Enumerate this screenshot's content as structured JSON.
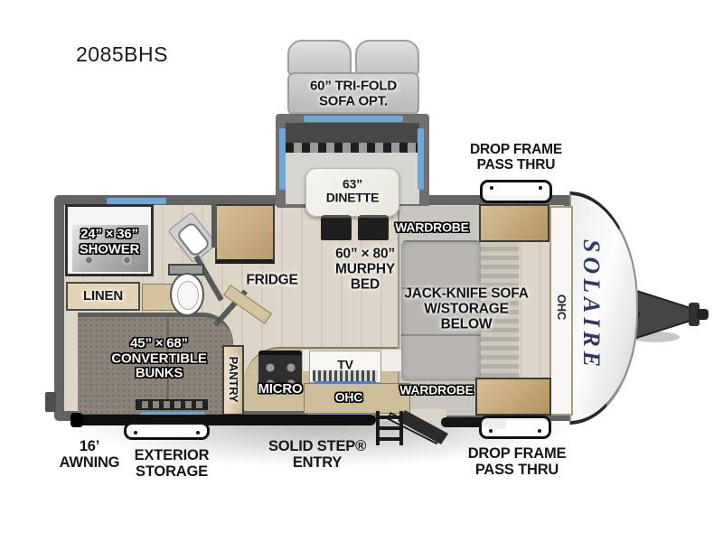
{
  "model": "2085BHS",
  "brand": {
    "logo": "SOLAIRE"
  },
  "colors": {
    "wall": "#636363",
    "floor": "#d8d1c3",
    "window_accent": "#6fa8d6",
    "wood": "#c9ab7d",
    "logo_navy": "#2e3a63"
  },
  "options": {
    "trifold_sofa": "60” TRI-FOLD\nSOFA OPT."
  },
  "rooms": {
    "dinette": "63”\nDINETTE",
    "wardrobe_top": "WARDROBE",
    "wardrobe_bottom": "WARDROBE",
    "shower": "24” × 36”\nSHOWER",
    "linen": "LINEN",
    "fridge": "FRIDGE",
    "murphy_bed": "60” × 80”\nMURPHY\nBED",
    "jack_knife_sofa": "JACK-KNIFE SOFA\nW/STORAGE\nBELOW",
    "ohc_front": "OHC",
    "ohc_kitchen": "OHC",
    "bunks": "45” × 68”\nCONVERTIBLE\nBUNKS",
    "pantry": "PANTRY",
    "micro": "MICRO",
    "tv": "TV"
  },
  "exterior": {
    "drop_frame_front": "DROP FRAME\nPASS THRU",
    "drop_frame_rear": "DROP FRAME\nPASS THRU",
    "awning": "16’\nAWNING",
    "exterior_storage": "EXTERIOR\nSTORAGE",
    "solid_step": "SOLID STEP®\nENTRY"
  }
}
